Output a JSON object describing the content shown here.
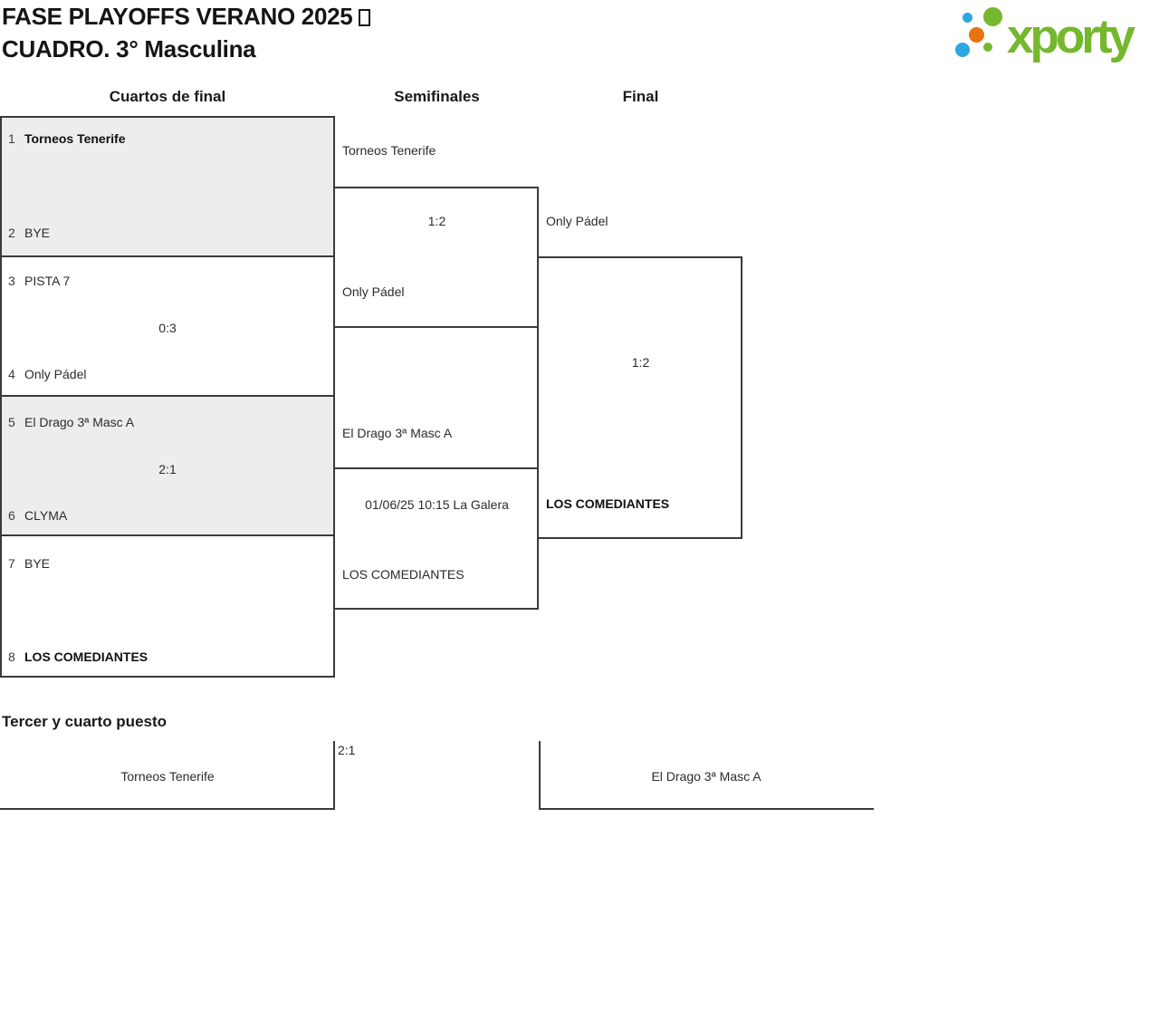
{
  "title": {
    "line1": "FASE PLAYOFFS VERANO 2025",
    "line2": "CUADRO. 3° Masculina"
  },
  "logo": {
    "text": "xporty",
    "green": "#75b72d",
    "blue": "#2da7e0",
    "orange": "#e87411"
  },
  "round_headers": {
    "quarterfinals": "Cuartos de final",
    "semifinals": "Semifinales",
    "final": "Final"
  },
  "bracket": {
    "quarterfinals": [
      {
        "top_seed": "1",
        "top_name": "Torneos Tenerife",
        "score": "",
        "bottom_seed": "2",
        "bottom_name": "BYE"
      },
      {
        "top_seed": "3",
        "top_name": "PISTA 7",
        "score": "0:3",
        "bottom_seed": "4",
        "bottom_name": "Only Pádel"
      },
      {
        "top_seed": "5",
        "top_name": "El Drago 3ª Masc A",
        "score": "2:1",
        "bottom_seed": "6",
        "bottom_name": "CLYMA"
      },
      {
        "top_seed": "7",
        "top_name": "BYE",
        "score": "",
        "bottom_seed": "8",
        "bottom_name": "LOS COMEDIANTES"
      }
    ],
    "semifinals": [
      {
        "top_name": "Torneos Tenerife",
        "score": "1:2",
        "bottom_name": "Only Pádel"
      },
      {
        "top_name": "El Drago 3ª Masc A",
        "score": "01/06/25 10:15 La Galera",
        "bottom_name": "LOS COMEDIANTES"
      }
    ],
    "final": {
      "top_name": "Only Pádel",
      "score": "1:2",
      "bottom_name": "LOS COMEDIANTES"
    }
  },
  "third_place": {
    "heading": "Tercer y cuarto puesto",
    "left_name": "Torneos Tenerife",
    "score": "2:1",
    "right_name": "El Drago 3ª Masc A"
  }
}
